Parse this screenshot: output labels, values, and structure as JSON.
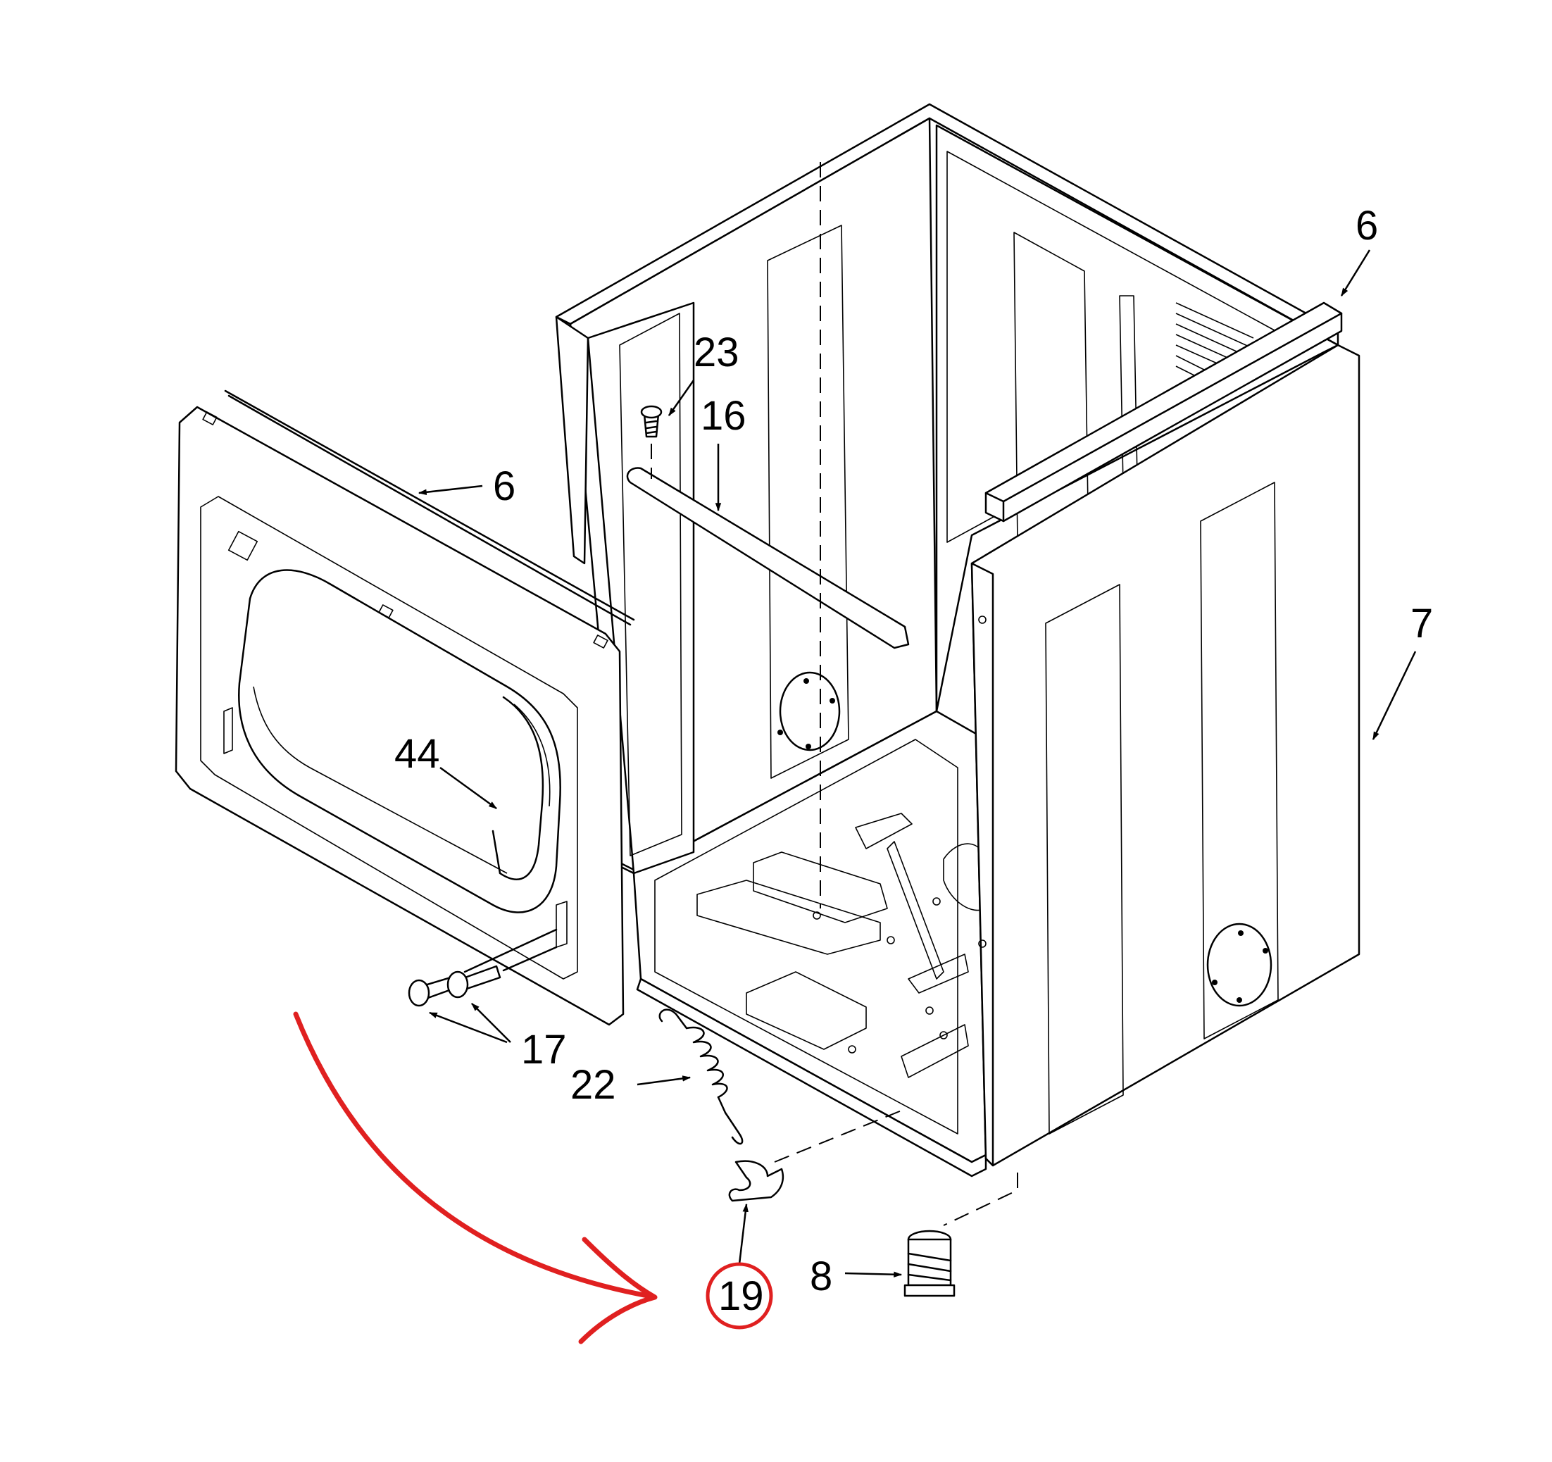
{
  "callouts": {
    "c6_left": "6",
    "c6_right": "6",
    "c7": "7",
    "c8": "8",
    "c16": "16",
    "c17": "17",
    "c19": "19",
    "c22": "22",
    "c23": "23",
    "c44": "44"
  },
  "highlight": {
    "part_number": "19",
    "color": "#e02020"
  }
}
